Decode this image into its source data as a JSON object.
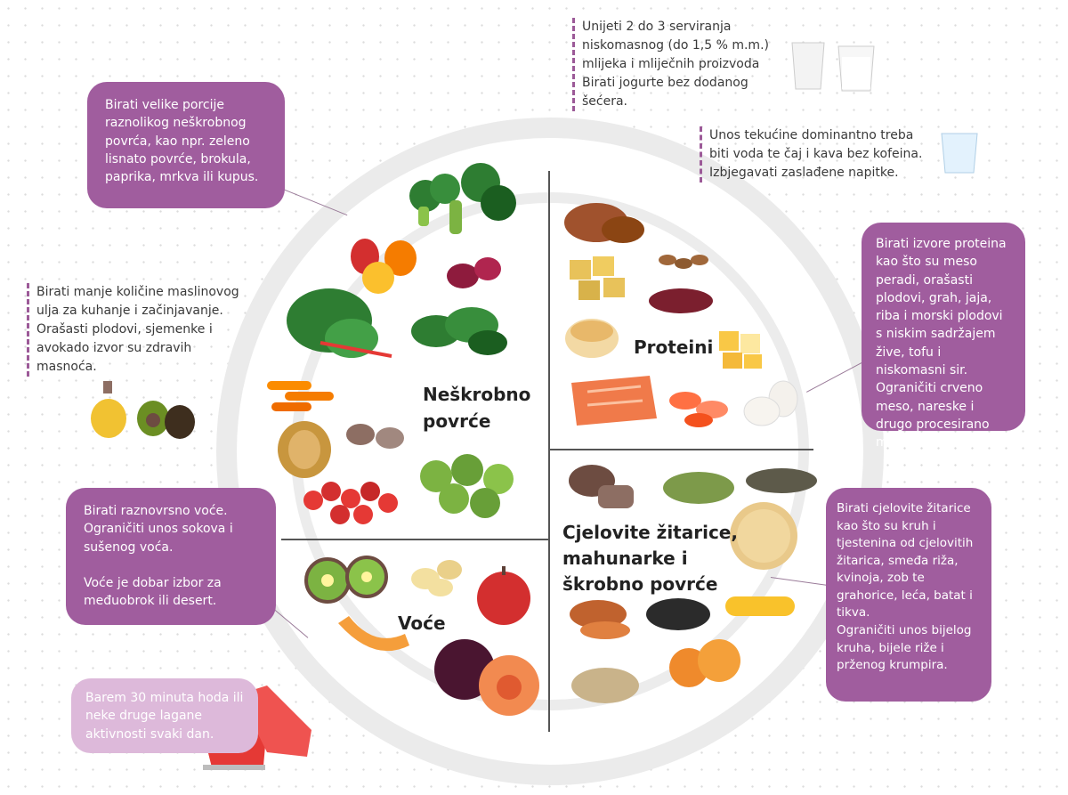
{
  "sections": {
    "vegetables": "Neškrobno\npovrće",
    "proteins": "Proteini",
    "grains": "Cjelovite žitarice,\nmahunarke i\nškrobno povrće",
    "fruit": "Voće"
  },
  "bubbles": {
    "vegetables": "Birati velike porcije raznolikog neškrobnog povrća, kao npr. zeleno lisnato povrće, brokula, paprika, mrkva ili kupus.",
    "proteins": "Birati izvore proteina kao što su meso peradi, orašasti plodovi, grah, jaja, riba i morski plodovi s niskim sadržajem žive, tofu i niskomasni sir. Ograničiti crveno meso, nareske i drugo procesirano meso.",
    "grains": "Birati cjelovite žitarice kao što su kruh i tjestenina od cjelovitih žitarica, smeđa riža, kvinoja, zob te grahorice, leća, batat i tikva.\nOgraničiti unos bijelog kruha, bijele riže i prženog krumpira.",
    "fruit": "Birati raznovrsno voće.\nOgraničiti unos sokova i sušenog voća.\n\nVoće je dobar izbor za međuobrok ili desert.",
    "activity": "Barem 30 minuta hoda ili neke druge lagane aktivnosti svaki dan."
  },
  "notes": {
    "dairy": "Unijeti 2 do 3 serviranja niskomasnog (do 1,5 % m.m.) mlijeka i mliječnih proizvoda\nBirati jogurte bez dodanog šećera.",
    "water": "Unos tekućine dominantno treba biti voda te čaj i kava bez kofeina.\nIzbjegavati zaslađene napitke.",
    "fats": "Birati manje količine maslinovog ulja za kuhanje i začinjavanje.\nOrašasti plodovi, sjemenke i avokado izvor su zdravih masnoća."
  },
  "colors": {
    "bubble": "#a05d9e",
    "bubble_light": "#ddb9da",
    "plate_rim": "#e6e6e6"
  }
}
